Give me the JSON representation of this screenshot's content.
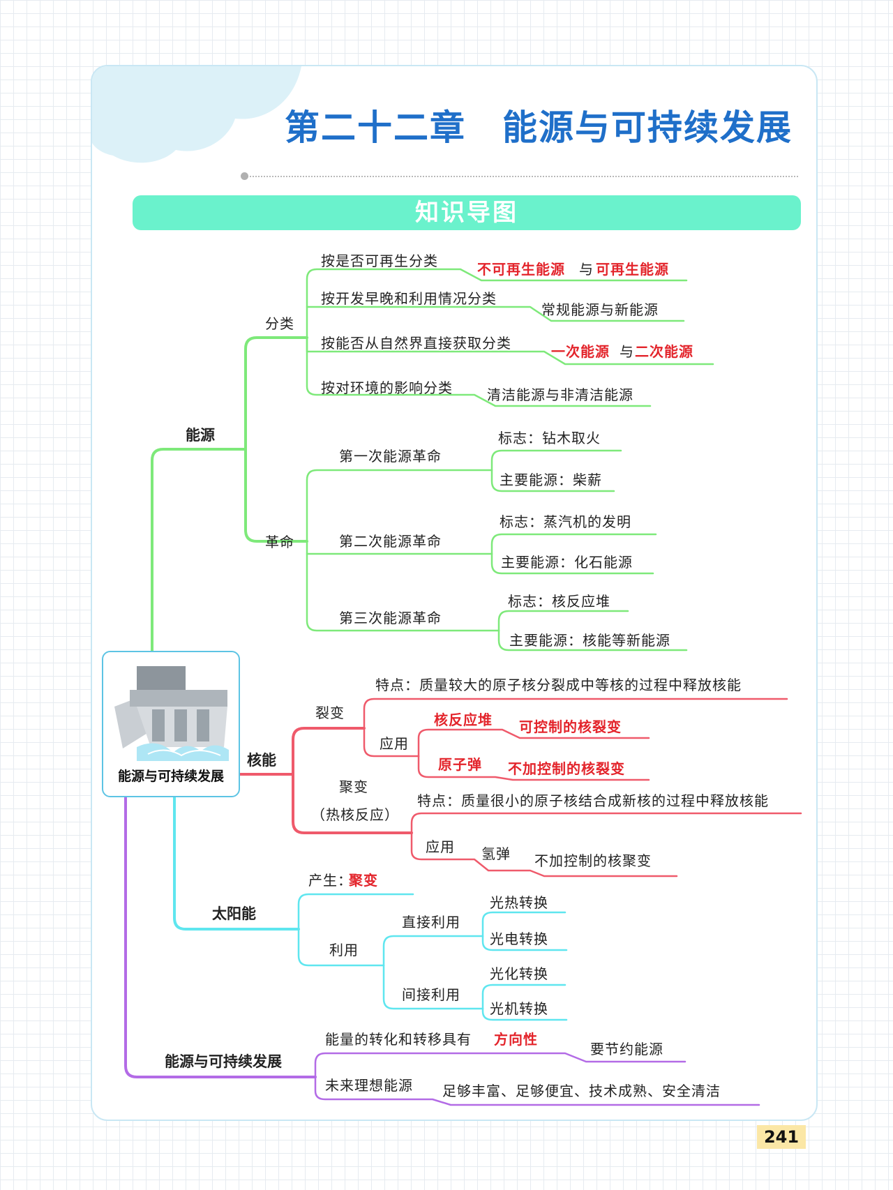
{
  "page": {
    "chapter_title": "第二十二章　能源与可持续发展",
    "section_banner": "知识导图",
    "page_number": "241"
  },
  "central": {
    "label": "能源与可持续发展"
  },
  "energy": {
    "label": "能源",
    "classify": {
      "label": "分类",
      "items": [
        {
          "criterion": "按是否可再生分类",
          "result_prefix": "",
          "a": "不可再生能源",
          "mid": "与",
          "b": "可再生能源"
        },
        {
          "criterion": "按开发早晚和利用情况分类",
          "result": "常规能源与新能源"
        },
        {
          "criterion": "按能否从自然界直接获取分类",
          "a": "一次能源",
          "mid": "与",
          "b": "二次能源"
        },
        {
          "criterion": "按对环境的影响分类",
          "result": "清洁能源与非清洁能源"
        }
      ]
    },
    "revolution": {
      "label": "革命",
      "items": [
        {
          "name": "第一次能源革命",
          "mark": "标志：钻木取火",
          "main": "主要能源：柴薪"
        },
        {
          "name": "第二次能源革命",
          "mark": "标志：蒸汽机的发明",
          "main": "主要能源：化石能源"
        },
        {
          "name": "第三次能源革命",
          "mark": "标志：核反应堆",
          "main": "主要能源：核能等新能源"
        }
      ]
    }
  },
  "nuclear": {
    "label": "核能",
    "fission": {
      "label": "裂变",
      "feature": "特点：质量较大的原子核分裂成中等核的过程中释放核能",
      "app_label": "应用",
      "apps": [
        {
          "name": "核反应堆",
          "desc": "可控制的核裂变"
        },
        {
          "name": "原子弹",
          "desc": "不加控制的核裂变"
        }
      ]
    },
    "fusion": {
      "label": "聚变",
      "label2": "（热核反应）",
      "feature": "特点：质量很小的原子核结合成新核的过程中释放核能",
      "app_label": "应用",
      "app_name": "氢弹",
      "app_desc": "不加控制的核聚变"
    }
  },
  "solar": {
    "label": "太阳能",
    "produce_prefix": "产生：",
    "produce_value": "聚变",
    "use_label": "利用",
    "direct": {
      "label": "直接利用",
      "items": [
        "光热转换",
        "光电转换"
      ]
    },
    "indirect": {
      "label": "间接利用",
      "items": [
        "光化转换",
        "光机转换"
      ]
    }
  },
  "sustain": {
    "label": "能源与可持续发展",
    "a_prefix": "能量的转化和转移具有",
    "a_highlight": "方向性",
    "a_result": "要节约能源",
    "b_label": "未来理想能源",
    "b_result": "足够丰富、足够便宜、技术成熟、安全清洁"
  },
  "colors": {
    "title_blue": "#1f6fc9",
    "banner": "#6af2cc",
    "branch_green": "#7ee97a",
    "branch_red": "#ef5a6b",
    "branch_cyan": "#5fe6ef",
    "branch_purple": "#b36be6",
    "highlight_red": "#e3242b",
    "page_badge": "#fbe7a6"
  }
}
